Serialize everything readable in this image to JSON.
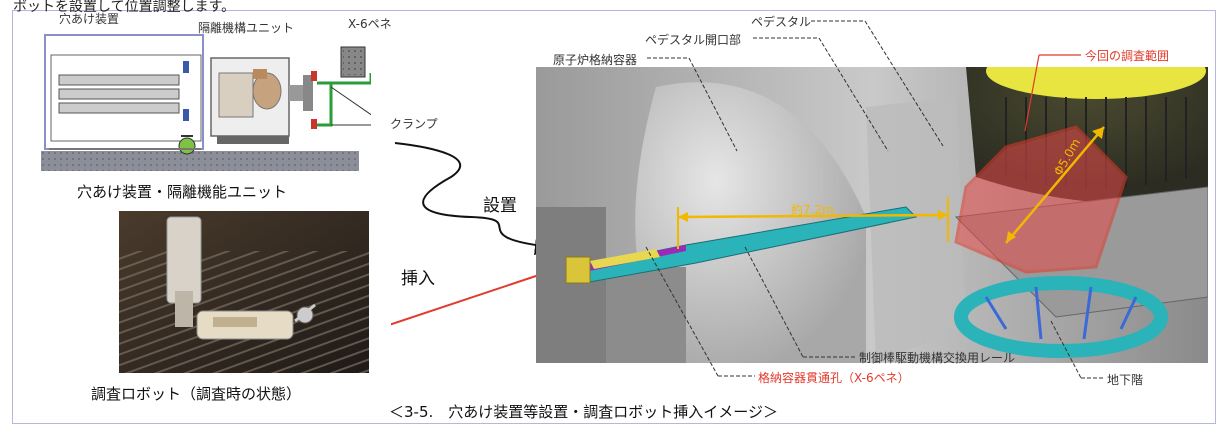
{
  "top_text": "ボットを設置して位置調整します。",
  "drilling_unit": {
    "label_drilling_device": "穴あけ装置",
    "label_isolation_unit": "隔離機構ユニット",
    "label_x6": "X-6ペネ",
    "label_clamp": "クランプ",
    "caption": "穴あけ装置・隔離機能ユニット"
  },
  "robot": {
    "caption": "調査ロボット（調査時の状態）"
  },
  "arrows": {
    "install_label": "設置",
    "insert_label": "挿入"
  },
  "render": {
    "label_pedestal": "ペデスタル",
    "label_pedestal_opening": "ペデスタル開口部",
    "label_pcv": "原子炉格納容器",
    "label_survey_area": "今回の調査範囲",
    "label_dimension_length": "約7.2m",
    "label_dimension_dia": "Φ5.0m",
    "label_rail": "制御棒駆動機構交換用レール",
    "label_penetration": "格納容器貫通孔（X-6ペネ）",
    "label_basement": "地下階"
  },
  "figure_caption": "＜3-5.　穴あけ装置等設置・調査ロボット挿入イメージ＞",
  "colors": {
    "frame_border": "#b4b8e0",
    "red_accent": "#e23a2a",
    "dimension_yellow": "#f2b800",
    "rail_cyan": "#2ab3b8"
  }
}
